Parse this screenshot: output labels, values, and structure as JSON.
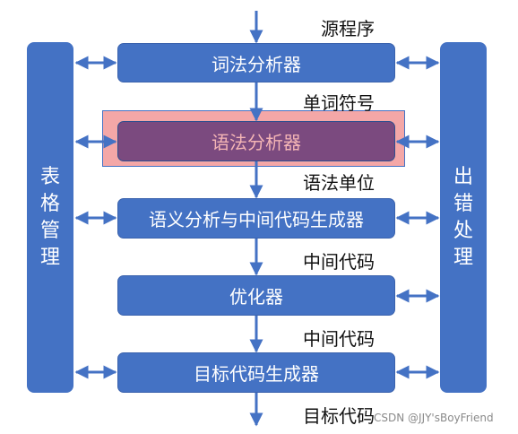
{
  "source_label": "源程序",
  "left_column": {
    "label": "表格管理"
  },
  "right_column": {
    "label": "出错处理"
  },
  "stages": [
    {
      "id": "lexer",
      "label": "词法分析器"
    },
    {
      "id": "parser",
      "label": "语法分析器",
      "highlighted": true
    },
    {
      "id": "semantic",
      "label": "语义分析与中间代码生成器"
    },
    {
      "id": "optimizer",
      "label": "优化器"
    },
    {
      "id": "codegen",
      "label": "目标代码生成器"
    }
  ],
  "flow_labels": {
    "after_lexer": "单词符号",
    "after_parser": "语法单位",
    "after_semantic": "中间代码",
    "after_optimizer": "中间代码",
    "after_codegen": "目标代码"
  },
  "watermark": "CSDN @JJY'sBoyFriend",
  "colors": {
    "box": "#4472C4",
    "arrow": "#4472C4",
    "highlight_frame": "#F4A7A7",
    "highlight_box": "#7B4A7F",
    "highlight_text": "#F4B5B5"
  }
}
